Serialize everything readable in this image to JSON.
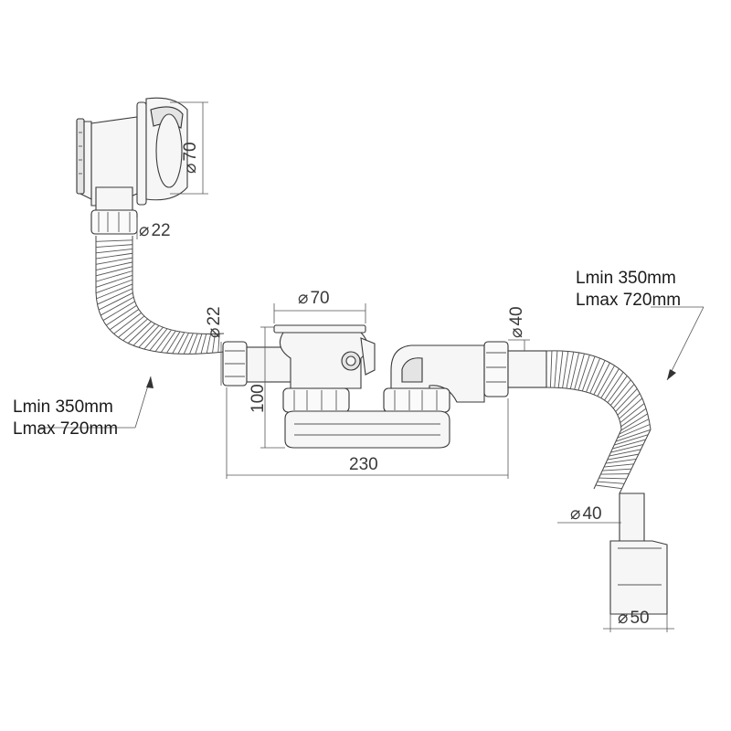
{
  "labels": {
    "overflow_diameter": "70",
    "overflow_hose_diameter": "22",
    "trap_inlet_diameter": "22",
    "drain_diameter": "70",
    "trap_height": "100",
    "trap_length": "230",
    "outlet_diameter": "40",
    "outlet_hose_end_diameter": "40",
    "outlet_pipe_diameter": "50",
    "diameter_symbol": "⌀"
  },
  "hose_left": {
    "lmin": "Lmin 350mm",
    "lmax": "Lmax 720mm"
  },
  "hose_right": {
    "lmin": "Lmin 350mm",
    "lmax": "Lmax 720mm"
  },
  "colors": {
    "line": "#3a3a3a",
    "fill": "#f6f6f6",
    "background": "#ffffff"
  }
}
